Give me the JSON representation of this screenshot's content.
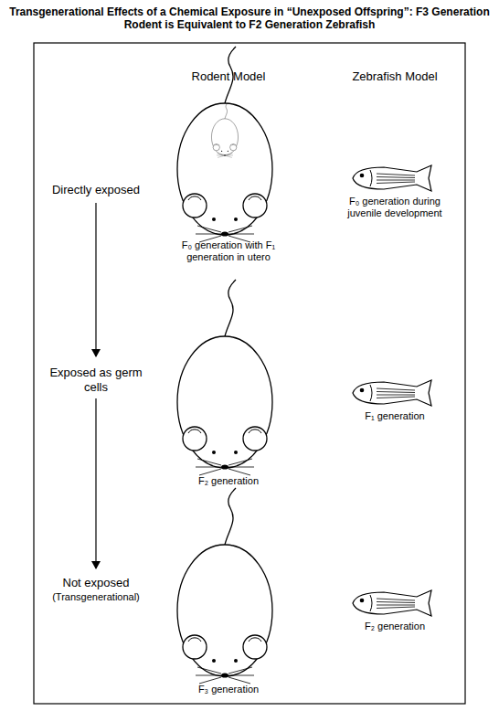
{
  "diagram": {
    "title": "Transgenerational Effects of a Chemical Exposure in “Unexposed Offspring”: F3 Generation Rodent is Equivalent to F2 Generation Zebrafish",
    "labels": [
      "Rodent Model",
      "Zebrafish Model",
      "Directly exposed",
      "F₀ generation with F₁ generation in utero",
      "F₀ generation during juvenile development",
      "Exposed as germ cells",
      "F₂ generation",
      "F₁ generation",
      "Not exposed",
      "(Transgenerational)",
      "F₃ generation",
      "F₂ generation"
    ]
  }
}
